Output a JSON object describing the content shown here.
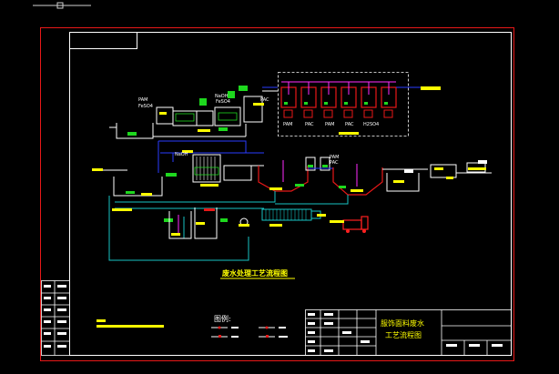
{
  "drawing": {
    "main_title": "废水处理工艺流程图",
    "legend_title": "图例:",
    "title_block": {
      "project_line1": "服饰面料废水",
      "project_line2": "工艺流程图"
    }
  },
  "tank_labels": [
    {
      "id": "pam-1",
      "text": "PAM"
    },
    {
      "id": "feso4-1",
      "text": "FeSO4"
    },
    {
      "id": "naoh-1",
      "text": "NaOH"
    },
    {
      "id": "pam-2",
      "text": "PAM"
    },
    {
      "id": "pac-1",
      "text": "PAC"
    },
    {
      "id": "pac-2",
      "text": "PAC"
    },
    {
      "id": "pam-3",
      "text": "PAM"
    },
    {
      "id": "pac-3",
      "text": "PAC"
    },
    {
      "id": "pam-4",
      "text": "PAM"
    },
    {
      "id": "naoh-2",
      "text": "NaOH"
    },
    {
      "id": "feso4-2",
      "text": "FeSO4"
    },
    {
      "id": "h2so4",
      "text": "H2SO4"
    }
  ],
  "colors": {
    "frame_red": "#e81818",
    "frame_white": "#ffffff",
    "water_blue": "#2a3cff",
    "sludge_cyan": "#17c5c5",
    "dosing_green": "#1ed81e",
    "tag_yellow": "#ffff00",
    "magenta": "#ff2bff",
    "truck_red": "#ff2020"
  }
}
